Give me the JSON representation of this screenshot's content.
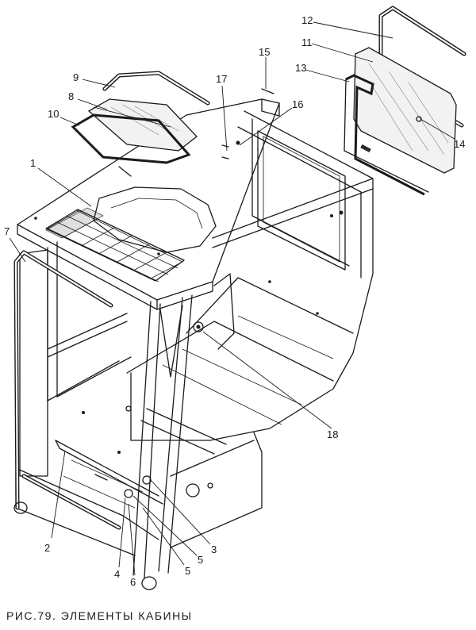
{
  "caption": "РИС.79. ЭЛЕМЕНТЫ КАБИНЫ",
  "callouts": [
    "1",
    "2",
    "3",
    "4",
    "5",
    "5",
    "6",
    "7",
    "8",
    "9",
    "10",
    "11",
    "12",
    "13",
    "14",
    "15",
    "16",
    "17",
    "18"
  ]
}
